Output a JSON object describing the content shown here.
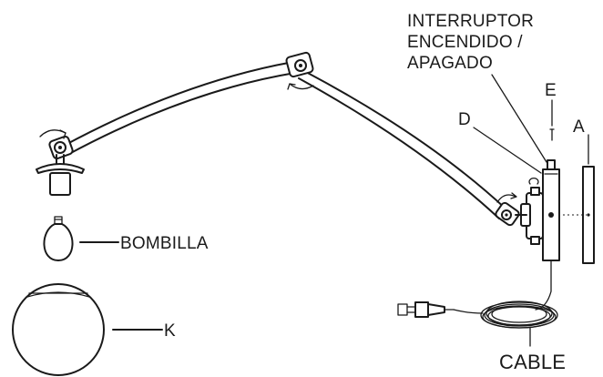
{
  "labels": {
    "switch_line1": "INTERRUPTOR",
    "switch_line2": "ENCENDIDO /",
    "switch_line3": "APAGADO",
    "e": "E",
    "d": "D",
    "a": "A",
    "bulb": "BOMBILLA",
    "k": "K",
    "cable": "CABLE"
  },
  "colors": {
    "ink": "#1a1a1a",
    "background": "#ffffff"
  }
}
